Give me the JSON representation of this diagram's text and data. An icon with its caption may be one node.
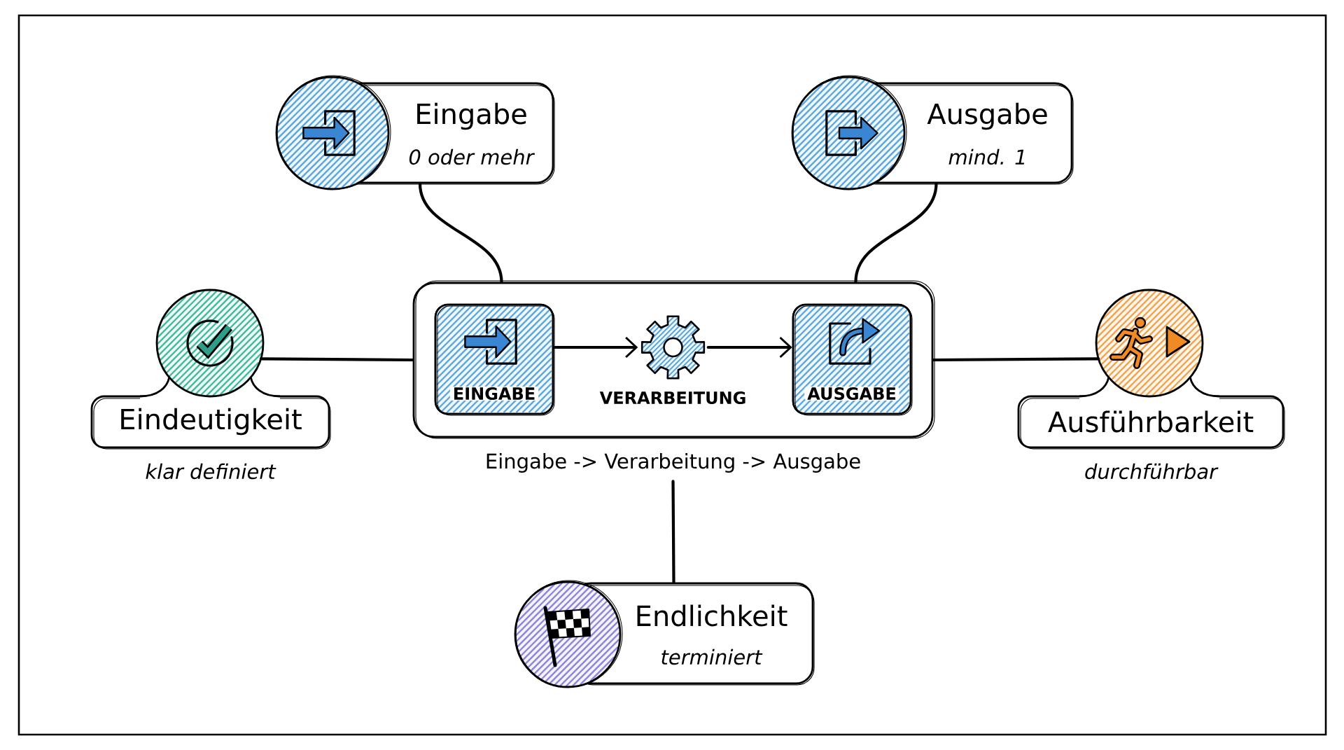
{
  "diagram": {
    "nodes": [
      {
        "text": [
          "Eingabe",
          "0 oder mehr"
        ]
      },
      {
        "text": [
          "Ausgabe",
          "mind. 1"
        ]
      },
      {
        "text": [
          "Eindeutigkeit"
        ],
        "beside": [
          "klar definiert"
        ]
      },
      {
        "text": [],
        "shape": "box",
        "beside": [
          "Eingabe -> Verarbeitung -> Ausgabe"
        ]
      },
      {
        "text": [
          "EINGABE"
        ],
        "in": 3
      },
      {
        "text": [
          "VERARBEITUNG"
        ],
        "in": 3
      },
      {
        "text": [
          "AUSGABE"
        ],
        "in": 3
      },
      {
        "text": [
          "Ausführbarkeit"
        ],
        "beside": [
          "durchführbar"
        ]
      },
      {
        "text": [
          "Endlichkeit",
          "terminiert"
        ]
      }
    ],
    "edges": [
      {
        "from": 0,
        "to": 3,
        "arrow": "none"
      },
      {
        "from": 1,
        "to": 3,
        "arrow": "none"
      },
      {
        "from": 2,
        "to": 3,
        "arrow": "none"
      },
      {
        "from": 4,
        "to": 5,
        "arrow": "to"
      },
      {
        "from": 5,
        "to": 6,
        "arrow": "to"
      },
      {
        "from": 3,
        "to": 7,
        "arrow": "none"
      },
      {
        "from": 3,
        "to": 8,
        "arrow": "none"
      }
    ]
  }
}
